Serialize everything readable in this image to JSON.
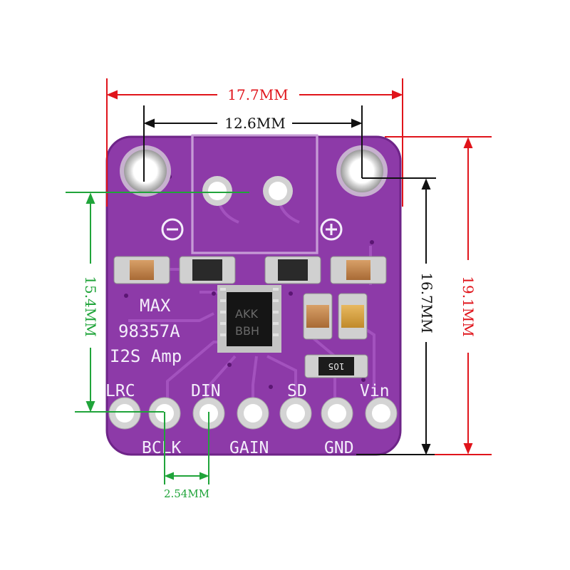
{
  "dimensions": {
    "board_width_label": "17.7MM",
    "mount_hole_spacing_label": "12.6MM",
    "board_height_label": "19.1MM",
    "pin_to_hole_height_label": "16.7MM",
    "hole_to_pin_height_label": "15.4MM",
    "pin_pitch_label": "2.54MM"
  },
  "board": {
    "title_line1": "MAX",
    "title_line2": "98357A",
    "title_line3": "I2S Amp",
    "minus_symbol": "−",
    "plus_symbol": "+",
    "chip_line1": "AKK",
    "chip_line2": "BBH",
    "resistor_code": "105"
  },
  "pins_top_labels": [
    "LRC",
    "DIN",
    "SD",
    "Vin"
  ],
  "pins_bottom_labels": [
    "BCLK",
    "GAIN",
    "GND"
  ],
  "colors": {
    "board": "#8d3aa8",
    "board_edge": "#6e2488",
    "dimension_red": "#e0141b",
    "dimension_green": "#20a43a",
    "dimension_black": "#111111"
  }
}
